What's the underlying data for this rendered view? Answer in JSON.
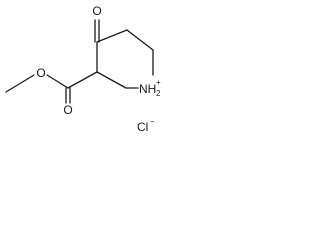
{
  "molecule": {
    "atoms": {
      "ketone_oxygen": "O",
      "carbonyl_oxygen": "O",
      "ester_oxygen": "O",
      "ring_nitrogen": "NH",
      "ring_nitrogen_subscript": "2",
      "ring_nitrogen_charge": "+",
      "counterion": "Cl",
      "counterion_charge": "−"
    }
  }
}
